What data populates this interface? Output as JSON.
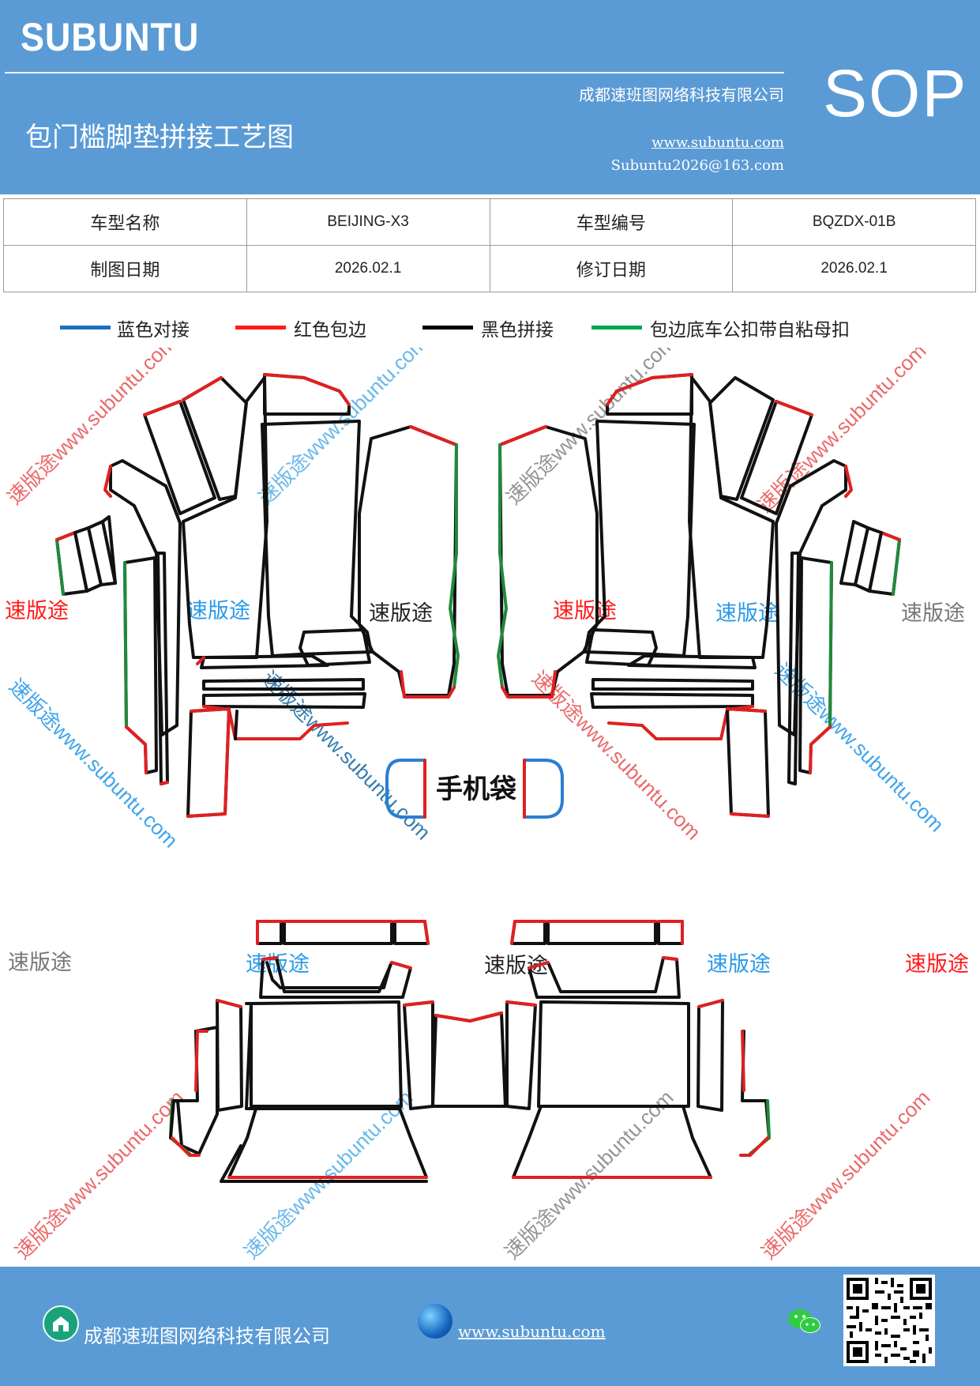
{
  "header": {
    "brand": "SUBUNTU",
    "company": "成都速班图网络科技有限公司",
    "title": "包门槛脚垫拼接工艺图",
    "website": "www.subuntu.com",
    "email": "Subuntu2026@163.com",
    "badge": "SOP"
  },
  "info_table": {
    "rows": [
      [
        "车型名称",
        "BEIJING-X3",
        "车型编号",
        "BQZDX-01B"
      ],
      [
        "制图日期",
        "2026.02.1",
        "修订日期",
        "2026.02.1"
      ]
    ]
  },
  "legend": [
    {
      "label": "蓝色对接",
      "color": "#1f6fbf"
    },
    {
      "label": "红色包边",
      "color": "#ff1a1a"
    },
    {
      "label": "黑色拼接",
      "color": "#000000"
    },
    {
      "label": "包边底车公扣带自粘母扣",
      "color": "#00a651"
    }
  ],
  "diagram": {
    "center_label": "手机袋",
    "watermark_text": "速版途",
    "watermark_url": "www.subuntu.com",
    "colors": {
      "black": "#111111",
      "red": "#e02020",
      "green": "#1f8a3a",
      "blue": "#2a7fd0"
    }
  },
  "footer": {
    "company": "成都速班图网络科技有限公司",
    "website": "www.subuntu.com",
    "icons": [
      "home-icon",
      "globe-icon",
      "wechat-icon",
      "qr-code"
    ]
  }
}
